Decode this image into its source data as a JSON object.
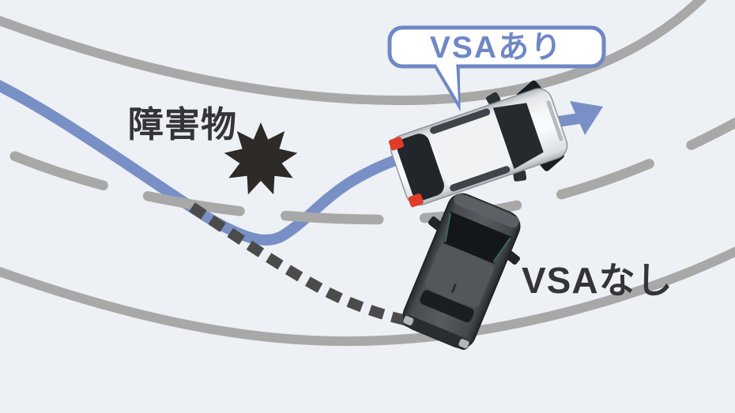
{
  "diagram": {
    "labels": {
      "obstacle": "障害物",
      "vsa_on": "VSAあり",
      "vsa_off": "VSAなし"
    },
    "colors": {
      "background": "#edf0f4",
      "road_edge_gray": "#a8a8a8",
      "center_dash_gray": "#a8a8a8",
      "vsa_path_blue": "#7890c6",
      "speech_bubble_border_blue": "#6f88c4",
      "no_vsa_skid_dash_dark": "#4b4b4b",
      "obstacle_star_black": "#2d2a27",
      "label_text_dark": "#333538",
      "vsa_car_body_silver": "#f2f4f5",
      "no_vsa_car_body_dark": "#4a4e53",
      "taillight_red": "#e23b28"
    },
    "icons": {
      "obstacle_star": "nine-point-burst",
      "vsa_car": "silver-car-top-view",
      "no_vsa_car": "dark-car-top-view-skidding",
      "path_arrow": "up-right-arrowhead"
    }
  }
}
